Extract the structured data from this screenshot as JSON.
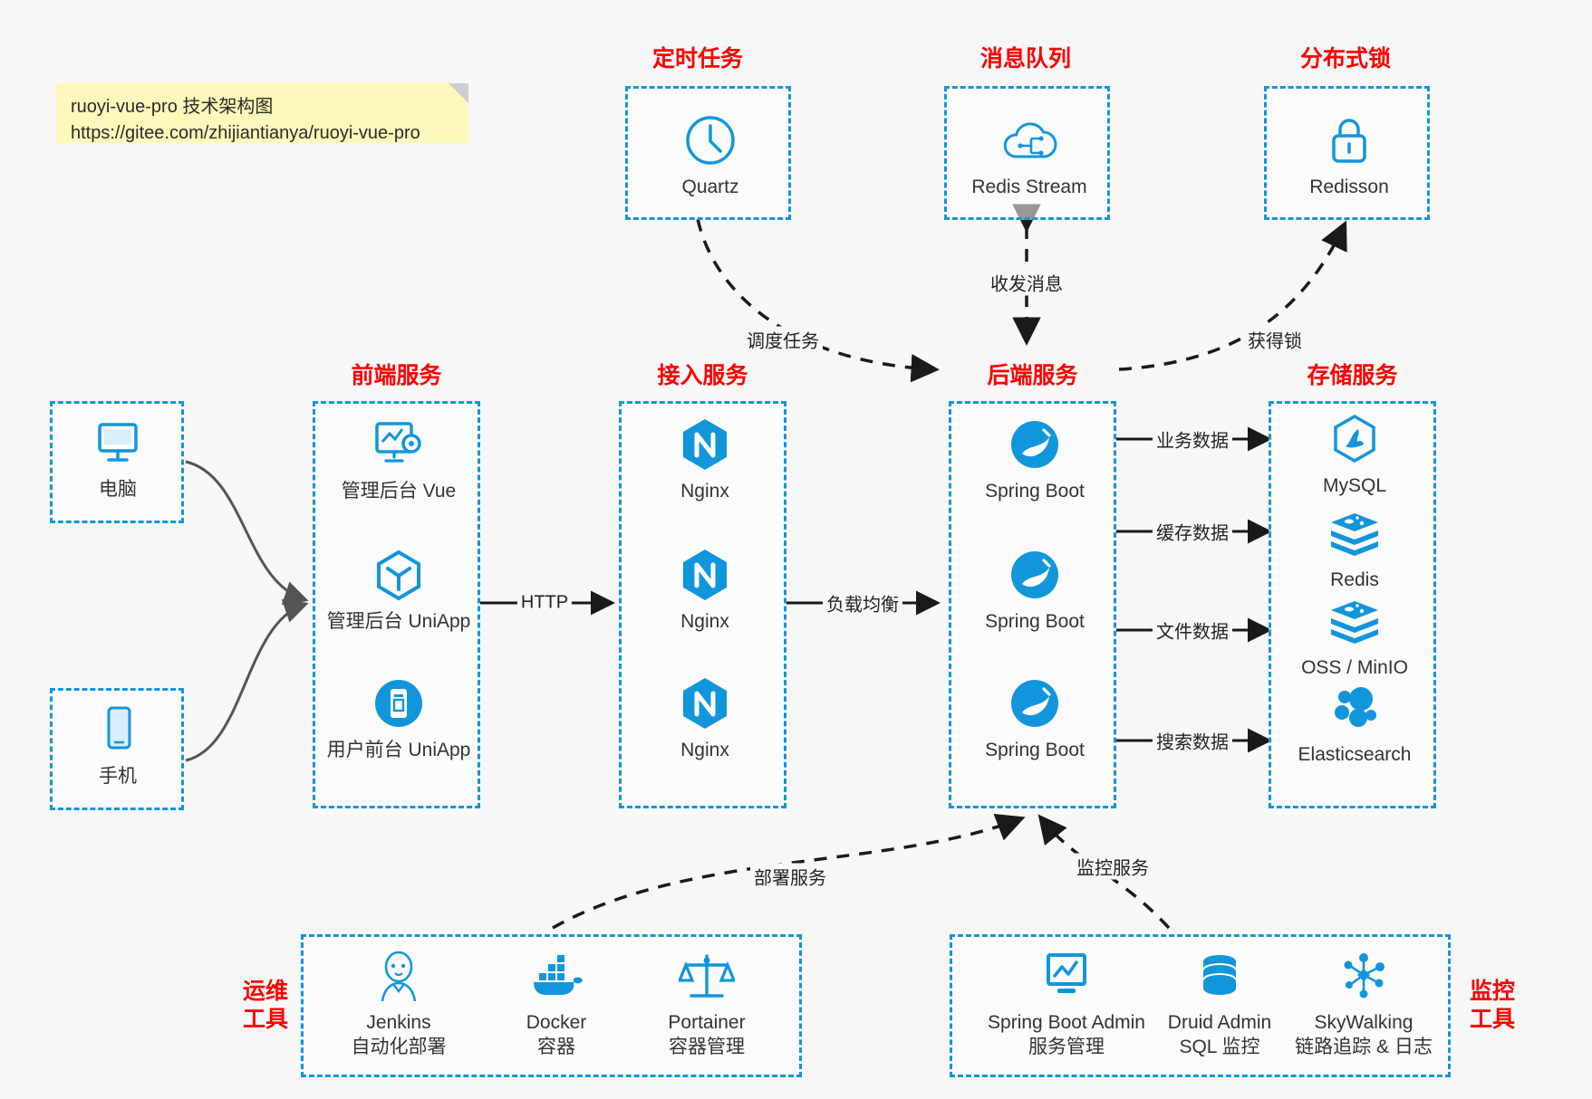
{
  "note": {
    "line1": "ruoyi-vue-pro 技术架构图",
    "line2": "https://gitee.com/zhijiantianya/ruoyi-vue-pro"
  },
  "colors": {
    "accent": "#1296db",
    "title_red": "#ff0000",
    "background": "#f7f7f7",
    "edge": "#555555",
    "dashed_edge": "#222222"
  },
  "groups": {
    "scheduler": {
      "title": "定时任务",
      "nodes": [
        {
          "label": "Quartz",
          "icon": "clock-icon"
        }
      ]
    },
    "mq": {
      "title": "消息队列",
      "nodes": [
        {
          "label": "Redis Stream",
          "icon": "cloud-stream-icon"
        }
      ]
    },
    "lock": {
      "title": "分布式锁",
      "nodes": [
        {
          "label": "Redisson",
          "icon": "lock-icon"
        }
      ]
    },
    "clients": {
      "nodes": [
        {
          "label": "电脑",
          "icon": "desktop-icon"
        },
        {
          "label": "手机",
          "icon": "mobile-icon"
        }
      ]
    },
    "frontend": {
      "title": "前端服务",
      "nodes": [
        {
          "label": "管理后台 Vue",
          "icon": "dashboard-gear-icon"
        },
        {
          "label": "管理后台 UniApp",
          "icon": "uniapp-cube-icon"
        },
        {
          "label": "用户前台 UniApp",
          "icon": "mobile-app-icon"
        }
      ]
    },
    "gateway": {
      "title": "接入服务",
      "nodes": [
        {
          "label": "Nginx",
          "icon": "nginx-icon"
        },
        {
          "label": "Nginx",
          "icon": "nginx-icon"
        },
        {
          "label": "Nginx",
          "icon": "nginx-icon"
        }
      ]
    },
    "backend": {
      "title": "后端服务",
      "nodes": [
        {
          "label": "Spring Boot",
          "icon": "spring-boot-icon"
        },
        {
          "label": "Spring Boot",
          "icon": "spring-boot-icon"
        },
        {
          "label": "Spring Boot",
          "icon": "spring-boot-icon"
        }
      ]
    },
    "storage": {
      "title": "存储服务",
      "nodes": [
        {
          "label": "MySQL",
          "icon": "mysql-icon"
        },
        {
          "label": "Redis",
          "icon": "redis-icon"
        },
        {
          "label": "OSS / MinIO",
          "icon": "redis-icon"
        },
        {
          "label": "Elasticsearch",
          "icon": "elasticsearch-icon"
        }
      ]
    },
    "devops": {
      "title_line1": "运维",
      "title_line2": "工具",
      "nodes": [
        {
          "label": "Jenkins",
          "sub": "自动化部署",
          "icon": "jenkins-icon"
        },
        {
          "label": "Docker",
          "sub": "容器",
          "icon": "docker-icon"
        },
        {
          "label": "Portainer",
          "sub": "容器管理",
          "icon": "scales-icon"
        }
      ]
    },
    "monitor": {
      "title_line1": "监控",
      "title_line2": "工具",
      "nodes": [
        {
          "label": "Spring Boot Admin",
          "sub": "服务管理",
          "icon": "monitor-chart-icon"
        },
        {
          "label": "Druid Admin",
          "sub": "SQL 监控",
          "icon": "database-icon"
        },
        {
          "label": "SkyWalking",
          "sub": "链路追踪 & 日志",
          "icon": "skywalking-icon"
        }
      ]
    }
  },
  "edges": [
    {
      "label": "调度任务"
    },
    {
      "label": "收发消息"
    },
    {
      "label": "获得锁"
    },
    {
      "label": "HTTP"
    },
    {
      "label": "负载均衡"
    },
    {
      "label": "业务数据"
    },
    {
      "label": "缓存数据"
    },
    {
      "label": "文件数据"
    },
    {
      "label": "搜索数据"
    },
    {
      "label": "部署服务"
    },
    {
      "label": "监控服务"
    }
  ]
}
